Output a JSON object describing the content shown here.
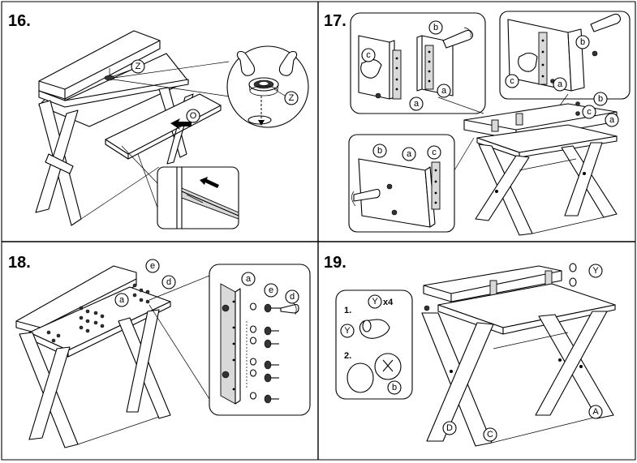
{
  "steps": [
    {
      "number": "16.",
      "labels": {
        "z_top": "Z",
        "o": "O",
        "z_bottom": "Z"
      }
    },
    {
      "number": "17.",
      "labels": {
        "top_left": {
          "b": "b",
          "c": "c",
          "a": "a"
        },
        "top_right": {
          "b": "b",
          "c": "c",
          "a": "a"
        },
        "desk": {
          "b": "b",
          "c": "c",
          "a": "a"
        },
        "bottom_left": {
          "b": "b",
          "a": "a",
          "c": "c"
        }
      }
    },
    {
      "number": "18.",
      "labels": {
        "e": "e",
        "d": "d",
        "a": "a",
        "detail_a": "a",
        "detail_e": "e",
        "detail_d": "d"
      }
    },
    {
      "number": "19.",
      "substeps": [
        "1.",
        "2."
      ],
      "labels": {
        "y_top": "Y",
        "y_count": "Y",
        "x4": "x4",
        "y_circle": "Y",
        "b": "b",
        "a_leg": "A",
        "c_leg": "C",
        "d_leg": "D"
      }
    }
  ]
}
